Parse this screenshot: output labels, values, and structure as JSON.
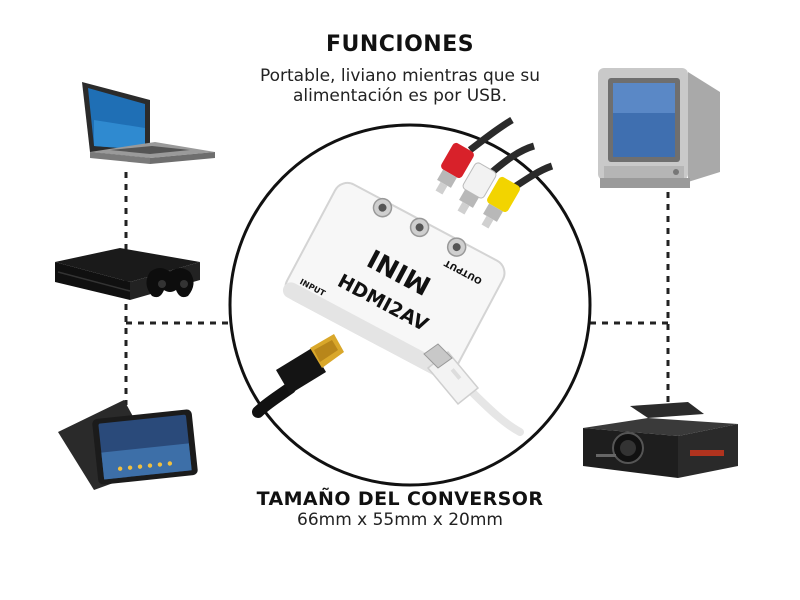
{
  "header": {
    "title": "FUNCIONES",
    "subtitle_line1": "Portable, liviano mientras que su",
    "subtitle_line2": "alimentación es por USB."
  },
  "footer": {
    "size_title": "TAMAÑO DEL CONVERSOR",
    "size_value": "66mm x 55mm x 20mm"
  },
  "device": {
    "brand_label": "MINI",
    "model_label": "HDMI2AV",
    "input_label": "INPUT",
    "output_label": "OUTPUT"
  },
  "colors": {
    "rca_red": "#d8212a",
    "rca_white": "#f2f2f2",
    "rca_yellow": "#f2d400",
    "hdmi_gold": "#d9a72a"
  },
  "icons": [
    "laptop-icon",
    "game-console-icon",
    "tablet-icon",
    "tv-icon",
    "projector-icon"
  ]
}
